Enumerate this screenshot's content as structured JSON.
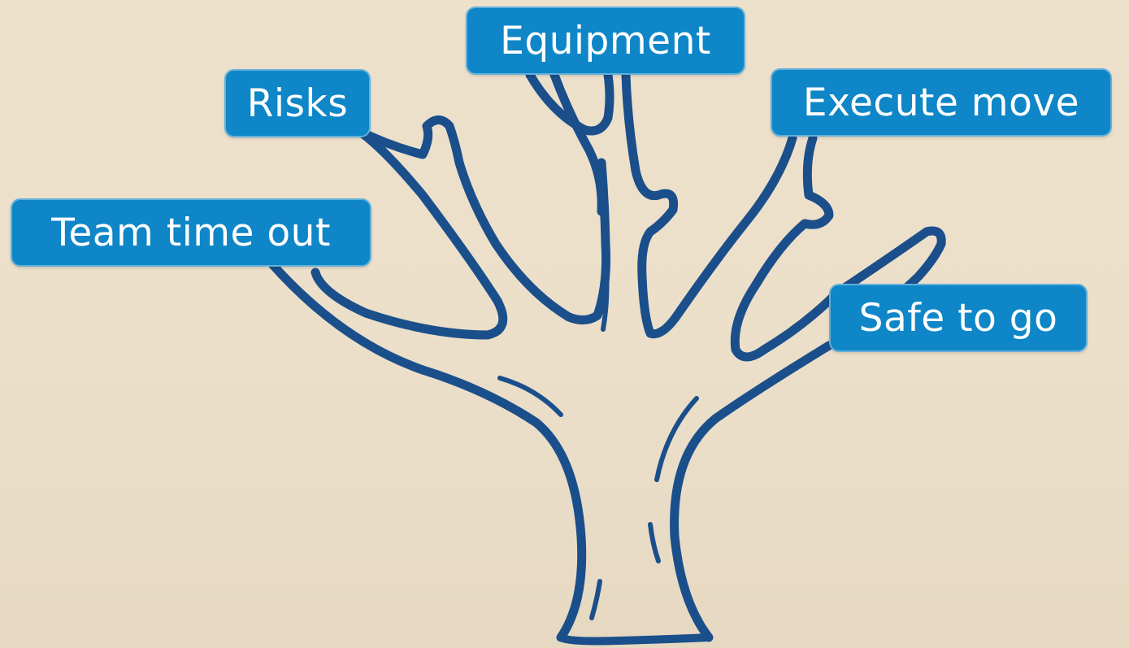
{
  "colors": {
    "label_bg": "#0e86c7",
    "tree_stroke": "#1a4f8b",
    "label_text": "#ffffff"
  },
  "labels": {
    "equipment": "Equipment",
    "risks": "Risks",
    "execute_move": "Execute move",
    "team_time_out": "Team time out",
    "safe_to_go": "Safe to go"
  }
}
